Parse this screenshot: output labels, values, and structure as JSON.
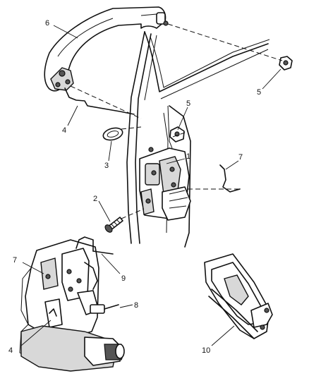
{
  "callouts": {
    "c1": "1",
    "c2": "2",
    "c3": "3",
    "c4a": "4",
    "c4b": "4",
    "c5a": "5",
    "c5b": "5",
    "c6": "6",
    "c7a": "7",
    "c7b": "7",
    "c8": "8",
    "c9": "9",
    "c10": "10"
  }
}
